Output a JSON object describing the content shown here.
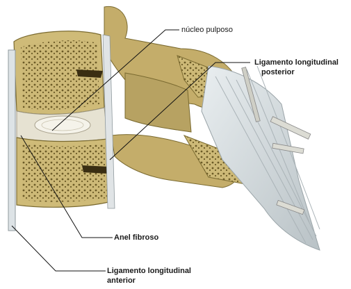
{
  "labels": {
    "nucleus": "núcleo pulposo",
    "posterior_ligament_line1": "Ligamento longitudinal",
    "posterior_ligament_line2": "posterior",
    "annulus": "Anel fibroso",
    "anterior_ligament_line1": "Ligamento longitudinal",
    "anterior_ligament_line2": "anterior"
  },
  "colors": {
    "bone": "#c9b473",
    "bone_dark": "#8a7a3a",
    "trabecular": "#5a4a1e",
    "cartilage": "#e6e2d2",
    "ligament": "#d9dfe2",
    "leader_line": "#111111"
  }
}
